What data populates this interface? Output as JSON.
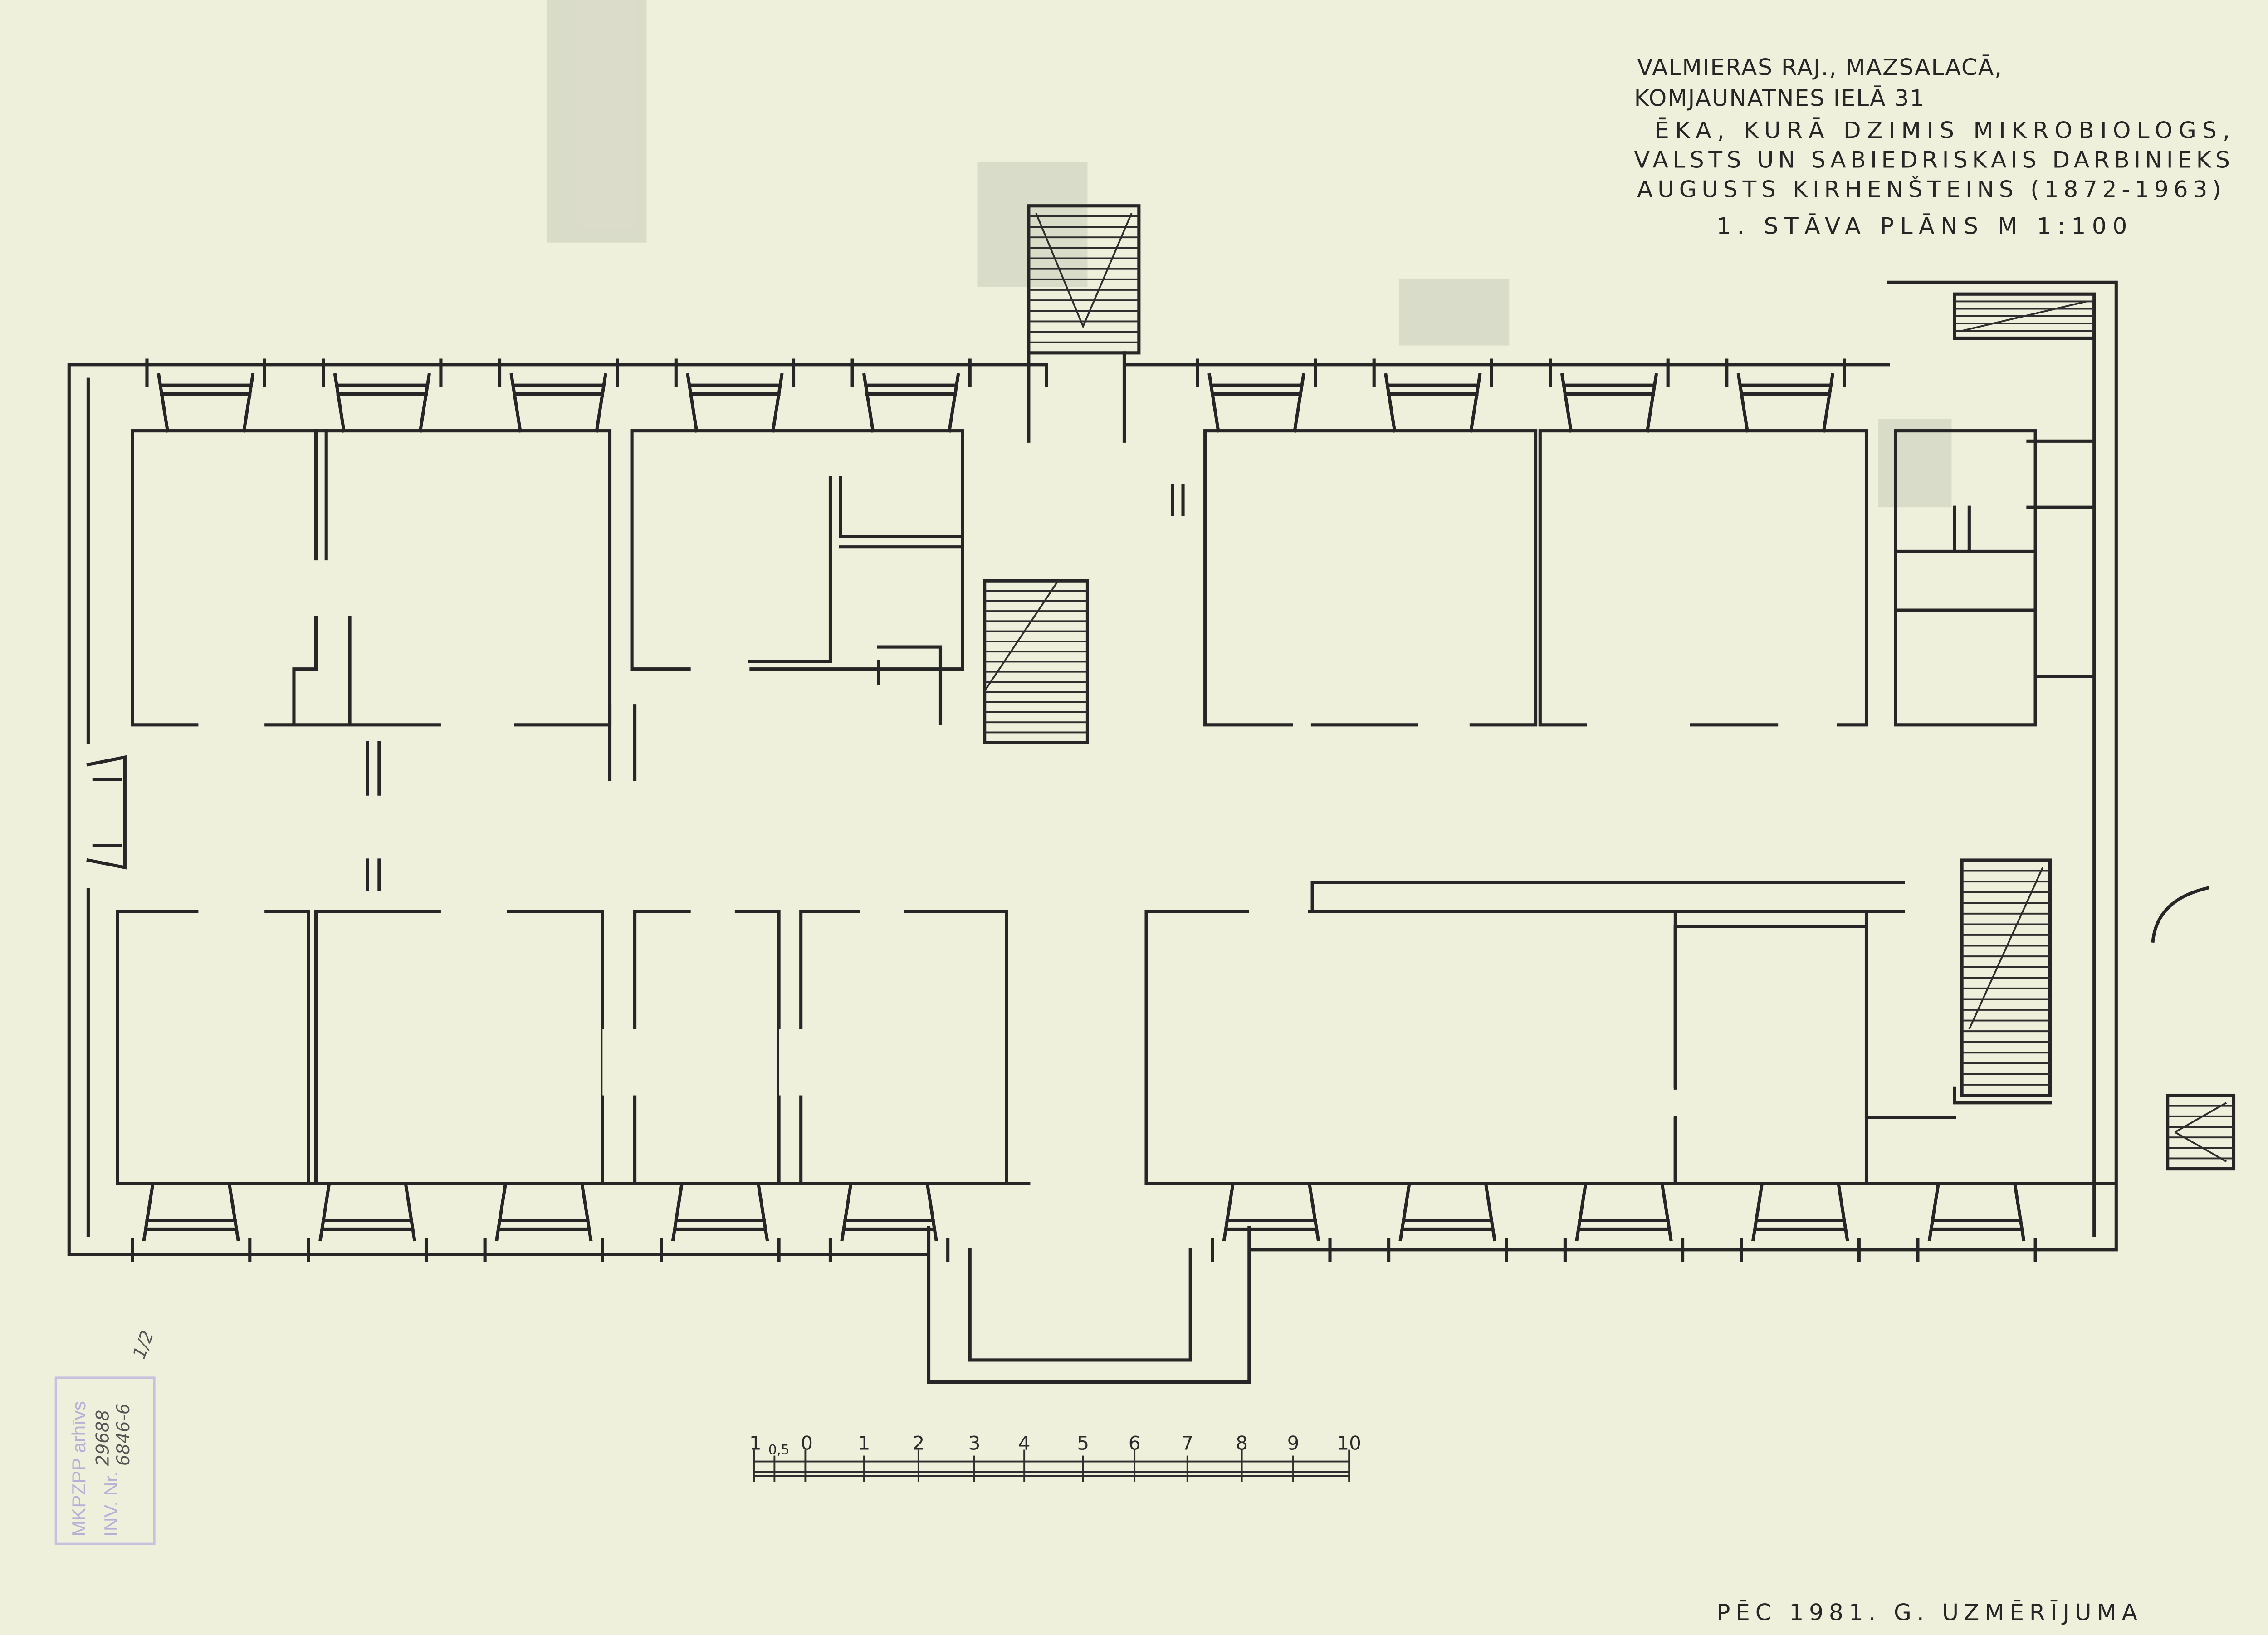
{
  "title": {
    "lines": [
      "VALMIERAS RAJ., MAZSALACĀ,",
      "KOMJAUNATNES IELĀ 31",
      "ĒKA, KURĀ DZIMIS MIKROBIOLOGS,",
      "VALSTS UN SABIEDRISKAIS DARBINIEKS",
      "AUGUSTS KIRHENŠTEINS (1872-1963)"
    ],
    "subtitle": "1. STĀVA PLĀNS  M 1:100"
  },
  "scale_bar": {
    "labels": [
      "1",
      "0,5",
      "0",
      "1",
      "2",
      "3",
      "4",
      "5",
      "6",
      "7",
      "8",
      "9",
      "10"
    ]
  },
  "footer": "PĒC 1981. G. UZMĒRĪJUMA",
  "stamp": {
    "archive": "MKPZPP arhīvs",
    "inv_label": "INV. Nr.",
    "inv_numbers": [
      "29688",
      "6846-6"
    ]
  },
  "annotations": {
    "sheet_number": "1/2"
  },
  "colors": {
    "paper": "#eef0dc",
    "ink": "#262626",
    "stamp": "#b9aed6"
  }
}
